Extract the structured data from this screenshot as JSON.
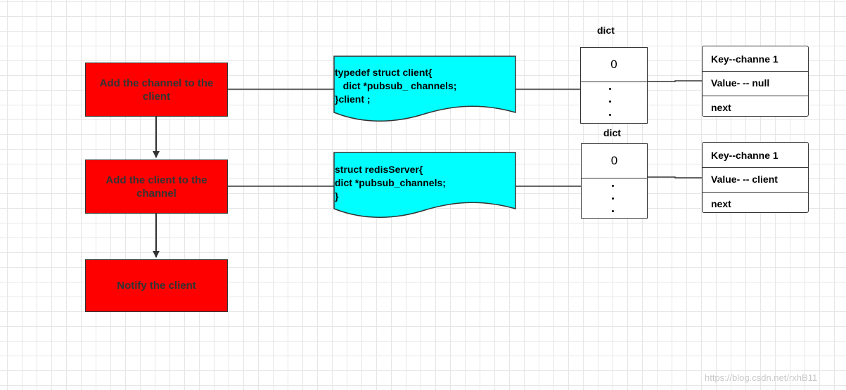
{
  "steps": [
    {
      "label": "Add the channel to the client"
    },
    {
      "label": "Add the client to the channel"
    },
    {
      "label": "Notify the client"
    }
  ],
  "structs": [
    {
      "code": "typedef struct client{\n   dict *pubsub_ channels;\n}client ;"
    },
    {
      "code": "struct redisServer{\ndict *pubsub_channels;\n}"
    }
  ],
  "dicts": [
    {
      "title": "dict",
      "first_slot": "0"
    },
    {
      "title": "dict",
      "first_slot": "0"
    }
  ],
  "entries": [
    {
      "key": "Key--channe 1",
      "value": "Value- -- null",
      "next": "next"
    },
    {
      "key": "Key--channe 1",
      "value": "Value- -- client",
      "next": "next"
    }
  ],
  "watermark": "https://blog.csdn.net/rxhB11",
  "colors": {
    "step_fill": "#ff0000",
    "struct_fill": "#00ffff",
    "line": "#333333"
  }
}
